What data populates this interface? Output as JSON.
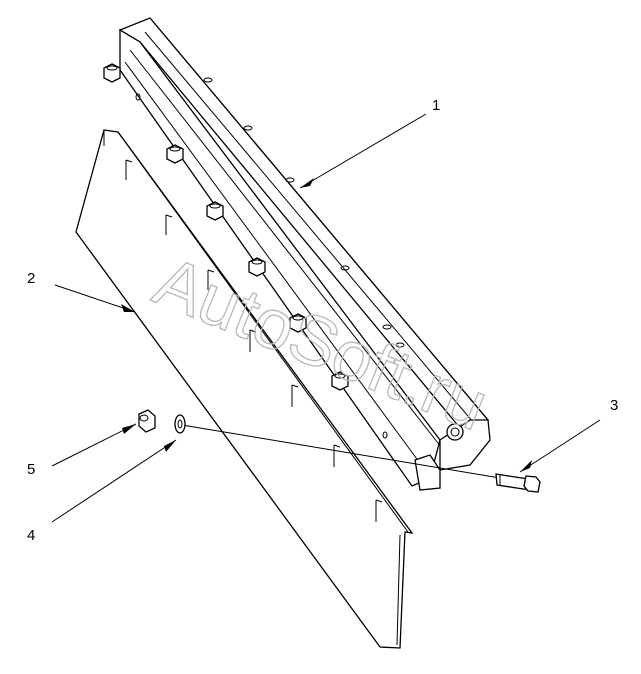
{
  "watermark": "AutoSoft.ru",
  "callouts": [
    {
      "id": "1",
      "label": "1"
    },
    {
      "id": "2",
      "label": "2"
    },
    {
      "id": "3",
      "label": "3"
    },
    {
      "id": "4",
      "label": "4"
    },
    {
      "id": "5",
      "label": "5"
    }
  ]
}
